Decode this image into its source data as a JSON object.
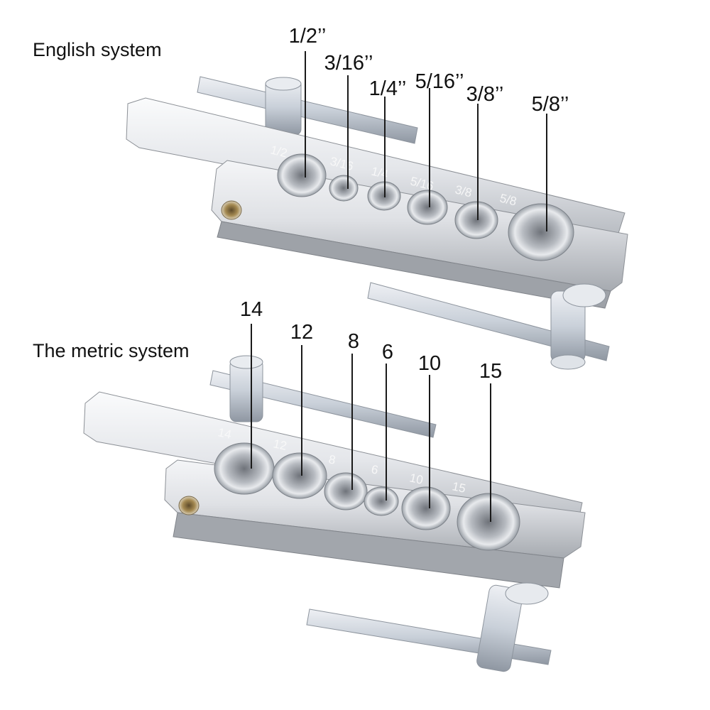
{
  "english": {
    "title": "English system",
    "labels": [
      "1/2’’",
      "3/16’’",
      "1/4’’",
      "5/16’’",
      "3/8’’",
      "5/8’’"
    ],
    "engravings": [
      "1/2",
      "3/16",
      "1/4",
      "5/16",
      "3/8",
      "5/8"
    ]
  },
  "metric": {
    "title": "The metric system",
    "labels": [
      "14",
      "12",
      "8",
      "6",
      "10",
      "15"
    ],
    "engravings": [
      "14",
      "12",
      "8",
      "6",
      "10",
      "15"
    ]
  },
  "colors": {
    "text": "#111111",
    "steel_light": "#f2f3f5",
    "steel_mid": "#c4c7cc",
    "steel_dark": "#8e9298",
    "background": "#ffffff"
  },
  "icons": {
    "tool": "flaring-bar-icon",
    "handle": "t-handle-icon",
    "hole": "threaded-hole-icon"
  }
}
